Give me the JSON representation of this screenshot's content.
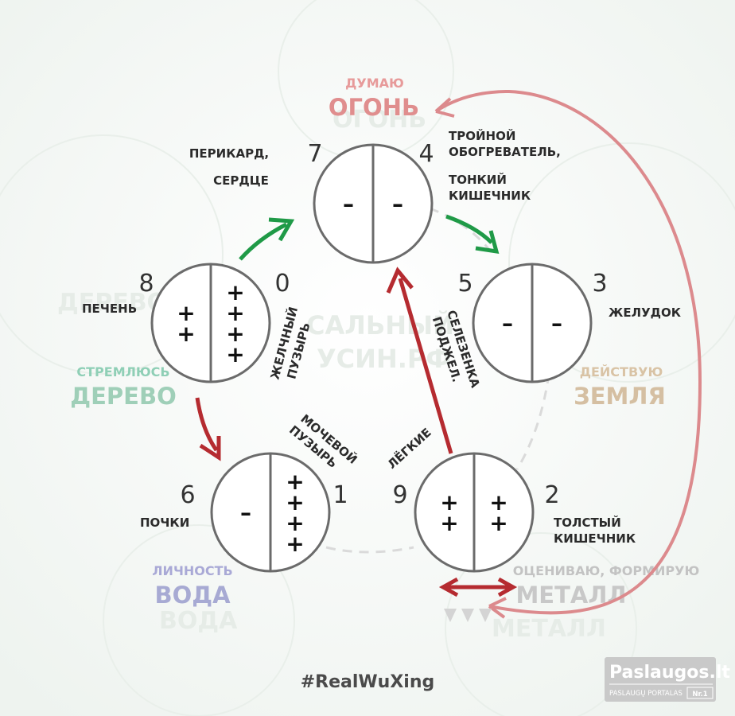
{
  "elements": {
    "fire": {
      "verb": "ДУМАЮ",
      "name": "ОГОНЬ",
      "verb_color": "#e79a9a",
      "name_color": "#e08e8e"
    },
    "wood": {
      "verb": "СТРЕМЛЮСЬ",
      "name": "ДЕРЕВО",
      "verb_color": "#8fcfb6",
      "name_color": "#9fcfb8"
    },
    "earth": {
      "verb": "ДЕЙСТВУЮ",
      "name": "ЗЕМЛЯ",
      "verb_color": "#d9c3a5",
      "name_color": "#d5bfa2"
    },
    "water": {
      "verb": "ЛИЧНОСТЬ",
      "name": "ВОДА",
      "verb_color": "#a9a9d6",
      "name_color": "#a7aad3"
    },
    "metal": {
      "verb": "ОЦЕНИВАЮ, ФОРМИРУЮ",
      "name": "МЕТАЛЛ",
      "verb_color": "#c3c3c3",
      "name_color": "#c8c8c8"
    }
  },
  "nodes": {
    "fire": {
      "left_number": "7",
      "right_number": "4",
      "left_signs": [
        "–"
      ],
      "right_signs": [
        "–"
      ],
      "left_organ": [
        "ПЕРИКАРД,",
        "СЕРДЦЕ"
      ],
      "right_organ": [
        "ТРОЙНОЙ",
        "ОБОГРЕВАТЕЛЬ,",
        "ТОНКИЙ",
        "КИШЕЧНИК"
      ]
    },
    "wood": {
      "left_number": "8",
      "right_number": "0",
      "left_signs": [
        "+",
        "+"
      ],
      "right_signs": [
        "+",
        "+",
        "+",
        "+"
      ],
      "left_organ": [
        "ПЕЧЕНЬ"
      ],
      "right_organ": [
        "ЖЕЛЧНЫЙ",
        "ПУЗЫРЬ"
      ]
    },
    "earth": {
      "left_number": "5",
      "right_number": "3",
      "left_signs": [
        "–"
      ],
      "right_signs": [
        "–"
      ],
      "left_organ": [
        "СЕЛЕЗЕНКА",
        "ПОДЖЕЛ."
      ],
      "right_organ": [
        "ЖЕЛУДОК"
      ]
    },
    "water": {
      "left_number": "6",
      "right_number": "1",
      "left_signs": [
        "–"
      ],
      "right_signs": [
        "+",
        "+",
        "+",
        "+"
      ],
      "left_organ": [
        "ПОЧКИ"
      ],
      "right_organ": [
        "МОЧЕВОЙ",
        "ПУЗЫРЬ"
      ]
    },
    "metal": {
      "left_number": "9",
      "right_number": "2",
      "left_signs": [
        "+",
        "+"
      ],
      "right_signs": [
        "+",
        "+"
      ],
      "left_organ": [
        "ЛЁГКИЕ"
      ],
      "right_organ": [
        "ТОЛСТЫЙ",
        "КИШЕЧНИК"
      ]
    }
  },
  "background_watermarks": {
    "left": "ДЕРЕВО",
    "center_top": "ОГОНЬ",
    "center_line1": "САЛЬНЫЙ",
    "center_line2": "УСИН.РФ",
    "bottom_left": "ВОДА",
    "bottom_right": "МЕТАЛЛ"
  },
  "hashtag": "#RealWuXing",
  "badge": {
    "title": "Paslaugos.lt",
    "subtitle": "PASLAUGŲ PORTALAS",
    "rank": "Nr.1"
  },
  "colors": {
    "green_arrow": "#1f9a47",
    "red_arrow": "#b52b30",
    "pink_arc": "#dc8a8d",
    "dashed_line": "#dadada",
    "badge_bg": "#c9c9c9"
  }
}
